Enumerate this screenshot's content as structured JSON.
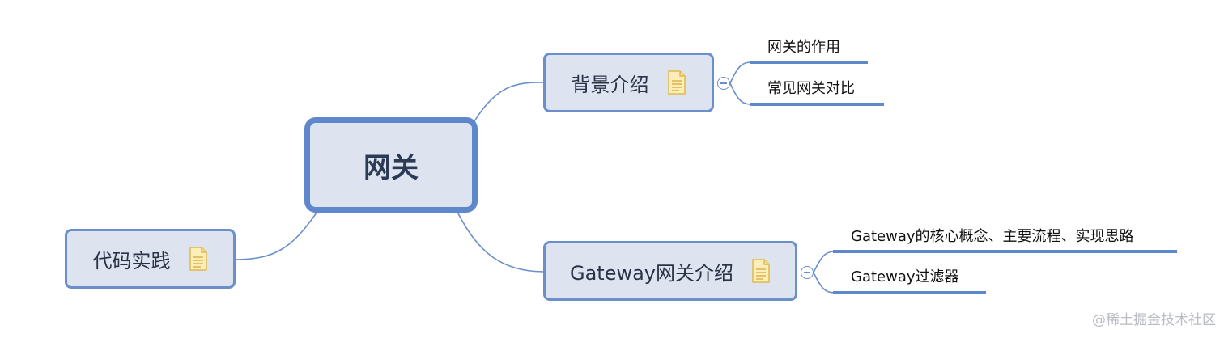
{
  "central": {
    "label": "网关"
  },
  "branches": {
    "background": {
      "label": "背景介绍",
      "icon": "note-icon"
    },
    "gateway": {
      "label": "Gateway网关介绍",
      "icon": "note-icon"
    },
    "practice": {
      "label": "代码实践",
      "icon": "note-icon"
    }
  },
  "leaves": {
    "background": [
      "网关的作用",
      "常见网关对比"
    ],
    "gateway": [
      "Gateway的核心概念、主要流程、实现思路",
      "Gateway过滤器"
    ]
  },
  "watermark": "@稀土掘金技术社区",
  "colors": {
    "node_fill": "#dde4f0",
    "node_border": "#6b8fcb",
    "connector": "#6b8fcb",
    "note_fill": "#fbeeb8",
    "note_border": "#e2b94a"
  }
}
